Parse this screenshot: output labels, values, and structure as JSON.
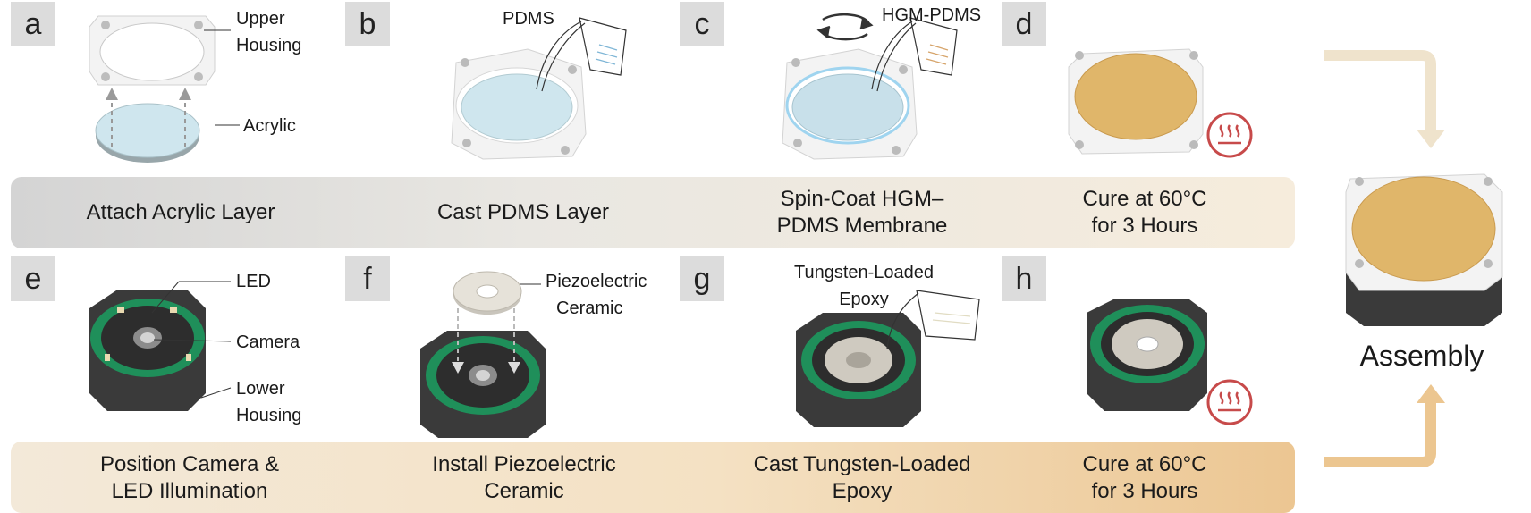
{
  "panels": [
    "a",
    "b",
    "c",
    "d",
    "e",
    "f",
    "g",
    "h"
  ],
  "steps": {
    "a": "Attach Acrylic Layer",
    "b": "Cast PDMS Layer",
    "c1": "Spin-Coat HGM–",
    "c2": "PDMS Membrane",
    "d1": "Cure at 60°C",
    "d2": "for 3 Hours",
    "e1": "Position Camera &",
    "e2": "LED Illumination",
    "f1": "Install Piezoelectric",
    "f2": "Ceramic",
    "g1": "Cast Tungsten-Loaded",
    "g2": "Epoxy",
    "h1": "Cure at 60°C",
    "h2": "for 3 Hours"
  },
  "annotations": {
    "upper1": "Upper",
    "upper2": "Housing",
    "acrylic": "Acrylic",
    "pdms": "PDMS",
    "hgm": "HGM-PDMS",
    "led": "LED",
    "camera": "Camera",
    "lower1": "Lower",
    "lower2": "Housing",
    "piezo1": "Piezoelectric",
    "piezo2": "Ceramic",
    "tung1": "Tungsten-Loaded",
    "tung2": "Epoxy"
  },
  "assembly": "Assembly",
  "colors": {
    "housing_white": "#f2f2f2",
    "housing_dark": "#3a3a3a",
    "pcb_green": "#1f8f5a",
    "membrane_gold": "#e0b66a",
    "acrylic_blue": "#cfe6ee",
    "heat_red": "#c74a4a",
    "arrow_top": "#efe3cc",
    "arrow_bottom": "#ecc690"
  },
  "icons": [
    "heat-icon",
    "rotate-arrows-icon",
    "pouring-beaker-icon"
  ]
}
